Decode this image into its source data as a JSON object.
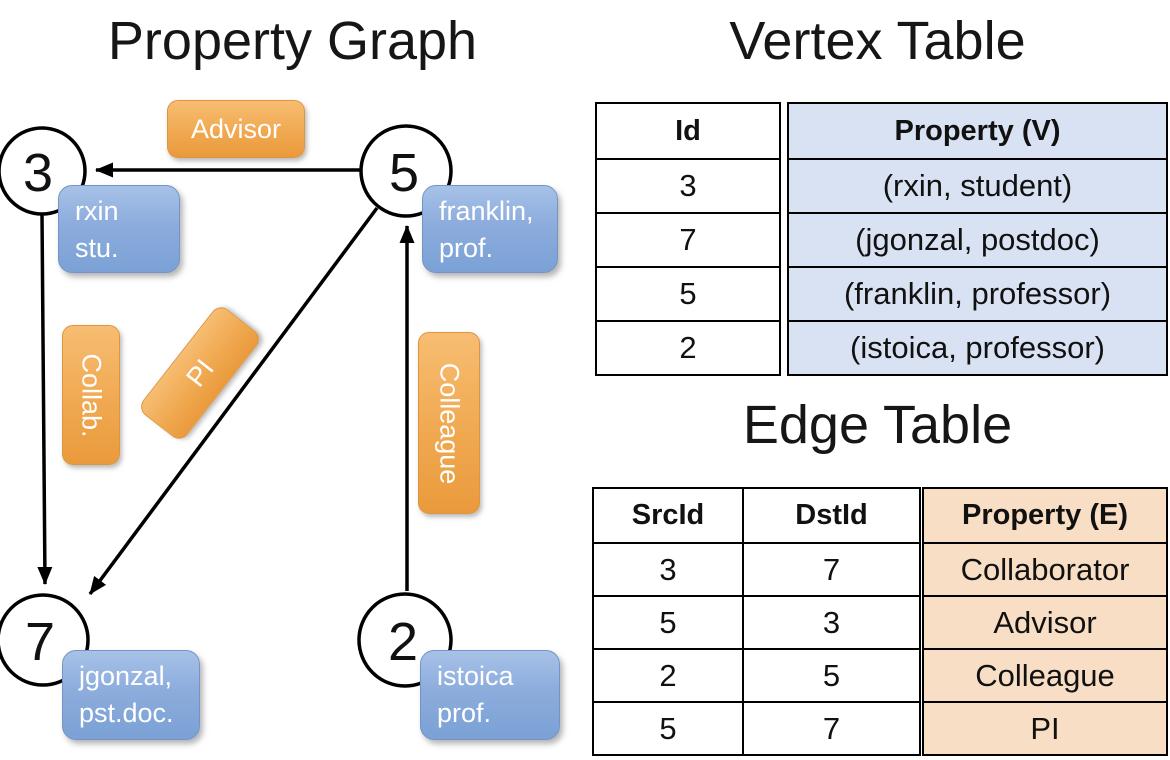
{
  "titles": {
    "graph": "Property Graph",
    "vertex_table": "Vertex Table",
    "edge_table": "Edge Table"
  },
  "graph": {
    "nodes": [
      {
        "id": "3",
        "line1": "rxin",
        "line2": "stu."
      },
      {
        "id": "5",
        "line1": "franklin,",
        "line2": "prof."
      },
      {
        "id": "7",
        "line1": "jgonzal,",
        "line2": "pst.doc."
      },
      {
        "id": "2",
        "line1": "istoica",
        "line2": "prof."
      }
    ],
    "edge_labels": {
      "advisor": "Advisor",
      "collab": "Collab.",
      "pi": "PI",
      "colleague": "Colleague"
    },
    "edges": [
      {
        "src": "5",
        "dst": "3",
        "label": "Advisor"
      },
      {
        "src": "3",
        "dst": "7",
        "label": "Collab."
      },
      {
        "src": "5",
        "dst": "7",
        "label": "PI"
      },
      {
        "src": "2",
        "dst": "5",
        "label": "Colleague"
      }
    ]
  },
  "vertex_table": {
    "headers": {
      "id": "Id",
      "property": "Property (V)"
    },
    "rows": [
      {
        "id": "3",
        "property": "(rxin, student)"
      },
      {
        "id": "7",
        "property": "(jgonzal, postdoc)"
      },
      {
        "id": "5",
        "property": "(franklin, professor)"
      },
      {
        "id": "2",
        "property": "(istoica, professor)"
      }
    ]
  },
  "edge_table": {
    "headers": {
      "src": "SrcId",
      "dst": "DstId",
      "property": "Property (E)"
    },
    "rows": [
      {
        "src": "3",
        "dst": "7",
        "property": "Collaborator"
      },
      {
        "src": "5",
        "dst": "3",
        "property": "Advisor"
      },
      {
        "src": "2",
        "dst": "5",
        "property": "Colleague"
      },
      {
        "src": "5",
        "dst": "7",
        "property": "PI"
      }
    ]
  },
  "colors": {
    "edge_label_orange_top": "#f7bd72",
    "edge_label_orange_bottom": "#ea9a3c",
    "property_box_blue_top": "#a7c2e8",
    "property_box_blue_bottom": "#7ba1d6",
    "vertex_cell_blue": "#d9e2f3",
    "edge_cell_tan": "#f8dec4",
    "node_fill": "#ffffff",
    "node_stroke": "#000000",
    "label_text": "#ffffff"
  }
}
